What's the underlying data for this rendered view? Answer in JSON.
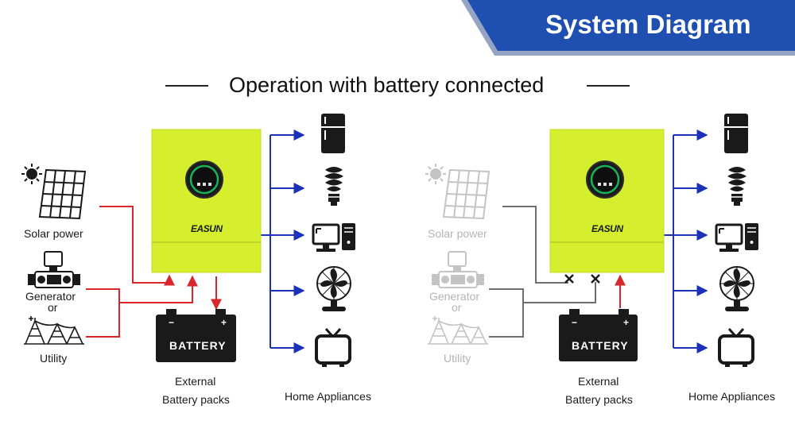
{
  "header": {
    "title": "System Diagram"
  },
  "subtitle": "Operation with battery connected",
  "colors": {
    "banner": "#1e4fb1",
    "banner_edge": "#95a4c4",
    "inverter": "#d5ef2f",
    "ac_line": "#1a31b8",
    "dc_line": "#d9262a",
    "muted_line": "#6e6e6e"
  },
  "left_panel": {
    "inverter_brand": "EASUN",
    "sources": {
      "solar": "Solar power",
      "generator": "Generator",
      "or": "or",
      "utility": "Utility"
    },
    "battery": {
      "label": "BATTERY",
      "caption_line1": "External",
      "caption_line2": "Battery packs"
    },
    "appliances_caption": "Home Appliances",
    "appliance_icons": [
      "fridge-icon",
      "bulb-icon",
      "computer-icon",
      "fan-icon",
      "tv-icon"
    ]
  },
  "right_panel": {
    "inverter_brand": "EASUN",
    "sources": {
      "solar": "Solar power",
      "generator": "Generator",
      "or": "or",
      "utility": "Utility"
    },
    "battery": {
      "label": "BATTERY",
      "caption_line1": "External",
      "caption_line2": "Battery packs"
    },
    "appliances_caption": "Home Appliances",
    "appliance_icons": [
      "fridge-icon",
      "bulb-icon",
      "computer-icon",
      "fan-icon",
      "tv-icon"
    ]
  }
}
